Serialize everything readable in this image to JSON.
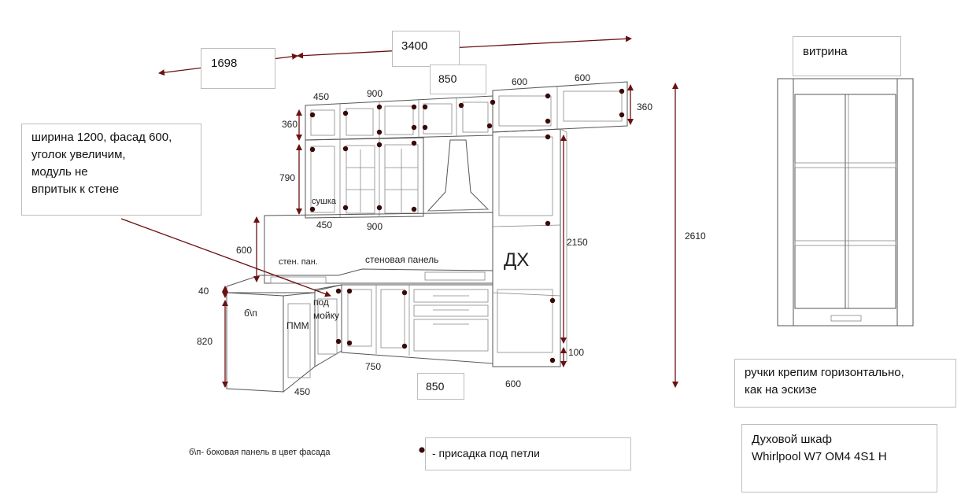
{
  "overall_dims": {
    "width_total": "3400",
    "side_width": "1698",
    "top_middle": "850",
    "bottom_middle": "850"
  },
  "upper_dims": {
    "w450": "450",
    "w900": "900",
    "w600a": "600",
    "w600b": "600",
    "h360_left": "360",
    "h790": "790",
    "h360_right": "360",
    "below_450": "450",
    "below_900": "900"
  },
  "lower_dims": {
    "h600": "600",
    "h40": "40",
    "h820": "820",
    "h2150": "2150",
    "h2610": "2610",
    "h100": "100",
    "w450_bottom": "450",
    "w750": "750",
    "w600_bottom": "600"
  },
  "labels": {
    "dryer": "сушка",
    "wall_panel_short": "стен. пан.",
    "wall_panel": "стеновая панель",
    "oven": "ДХ",
    "side_panel": "б\\п",
    "dishwasher": "ПММ",
    "under_sink_1": "под",
    "under_sink_2": "мойку"
  },
  "notes": {
    "width_note": [
      "ширина 1200, фасад 600,",
      "уголок увеличим,",
      "модуль не",
      "впритык к стене"
    ],
    "showcase": "витрина",
    "handles": [
      "ручки крепим горизонтально,",
      "как на эскизе"
    ],
    "oven_model": [
      "Духовой шкаф",
      "Whirlpool W7 OM4 4S1 H"
    ],
    "legend_side_panel": "б\\п- боковая панель в цвет фасада",
    "legend_hinge": "- присадка под петли"
  },
  "colors": {
    "dimension_arrow": "#6b1010",
    "hinge_dot": "#3a0a0a",
    "outline": "#555555"
  }
}
